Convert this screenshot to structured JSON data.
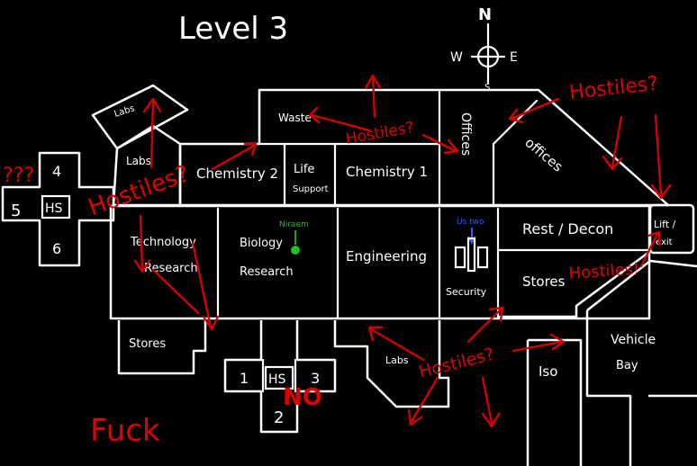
{
  "title": "Level 3",
  "compass": {
    "n": "N",
    "s": "S",
    "e": "E",
    "w": "W"
  },
  "rooms": {
    "labs_top": "Labs",
    "waste": "Waste",
    "offices_upper": "Offices",
    "offices_lower": "offices",
    "labs_left": "Labs",
    "chemistry2": "Chemistry 2",
    "life_support_1": "Life",
    "life_support_2": "Support",
    "chemistry1": "Chemistry 1",
    "rest_decon": "Rest / Decon",
    "lift_1": "Lift /",
    "lift_2": "exit",
    "tech_research_1": "Technology",
    "tech_research_2": "Research",
    "bio_research_1": "Biology",
    "bio_research_2": "Research",
    "engineering": "Engineering",
    "security": "Security",
    "stores_right": "Stores",
    "stores_left": "Stores",
    "labs_bottom": "Labs",
    "iso": "Iso",
    "vehicle_bay_1": "Vehicle",
    "vehicle_bay_2": "Bay"
  },
  "hab_left": {
    "hs": "HS",
    "n4": "4",
    "n5": "5",
    "n6": "6"
  },
  "hab_bottom": {
    "hs": "HS",
    "n1": "1",
    "n2": "2",
    "n3": "3"
  },
  "markers": {
    "us_two": "Us two",
    "niraem": "Niraem"
  },
  "annotations": {
    "qmarks": "???",
    "hostiles_left": "Hostiles?",
    "hostiles_top": "Hostiles?",
    "hostiles_right": "Hostiles?",
    "hostiles_stores": "Hostiles!",
    "hostiles_bottom": "Hostiles?",
    "no": "NO",
    "fuck": "Fuck"
  },
  "colors": {
    "background": "#000000",
    "ink": "#ffffff",
    "annotation": "#d40000",
    "us_marker": "#2d5cff",
    "niraem_marker": "#20c020"
  }
}
